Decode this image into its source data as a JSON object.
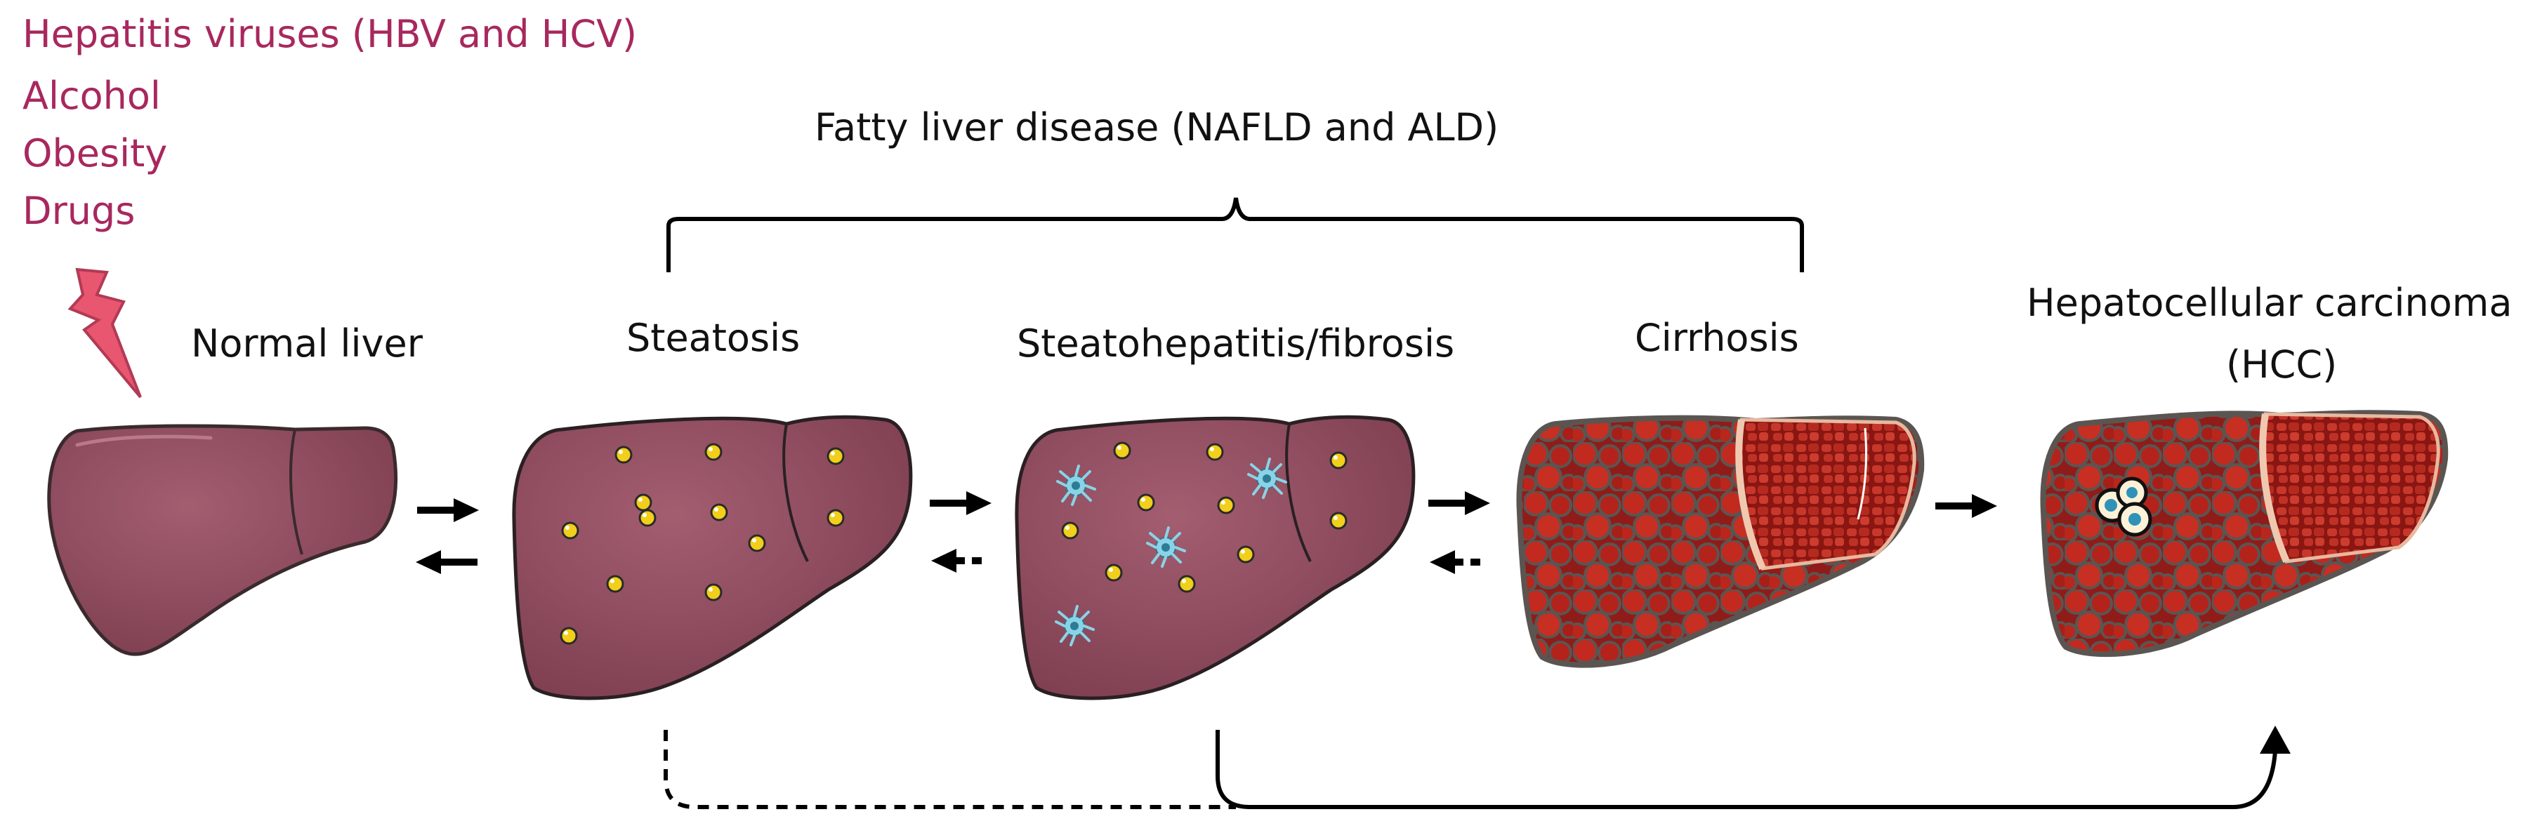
{
  "risk_factors": [
    "Hepatitis viruses (HBV and HCV)",
    "Alcohol",
    "Obesity",
    "Drugs"
  ],
  "bracket_label": "Fatty liver disease (NAFLD and ALD)",
  "stages": {
    "normal": "Normal liver",
    "steatosis": "Steatosis",
    "steatohepatitis": "Steatohepatitis/fibrosis",
    "cirrhosis": "Cirrhosis",
    "hcc_line1": "Hepatocellular carcinoma",
    "hcc_line2": "(HCC)"
  },
  "colors": {
    "risk_text": "#a8285e",
    "lightning": "#e8566f",
    "liver_healthy": "#8e4a5c",
    "liver_cirrhotic": "#b3231b",
    "fat_droplet": "#f1cf1a",
    "inflammatory_cell": "#8ad3e6"
  }
}
